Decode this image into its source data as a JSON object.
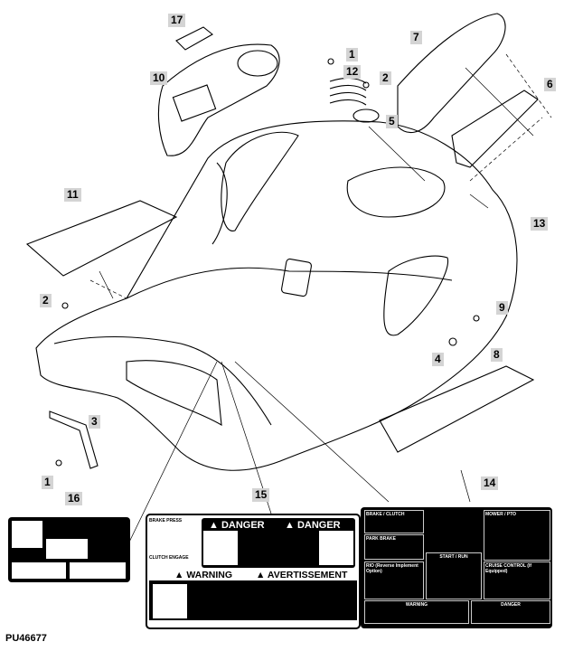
{
  "figure_id": "PU46677",
  "callouts": [
    "17",
    "10",
    "1",
    "12",
    "2",
    "5",
    "7",
    "6",
    "11",
    "13",
    "2",
    "9",
    "4",
    "8",
    "3",
    "1",
    "16",
    "15",
    "14"
  ],
  "decal_15": {
    "brake_label": "BRAKE PRESS",
    "clutch_label": "CLUTCH ENGAGE",
    "danger_en": "DANGER",
    "danger_fr": "DANGER",
    "warning_en": "WARNING",
    "warning_fr": "AVERTISSEMENT"
  },
  "decal_14": {
    "brake_clutch": "BRAKE / CLUTCH",
    "park_brake": "PARK BRAKE",
    "rio": "RIO (Reverse Implement Option)",
    "start_run": "START / RUN",
    "mower_pto": "MOWER / PTO",
    "cruise": "CRUISE CONTROL (If Equipped)",
    "warning": "WARNING",
    "danger": "DANGER"
  },
  "colors": {
    "callout_bg": "#d4d4d4",
    "line": "#000000"
  }
}
